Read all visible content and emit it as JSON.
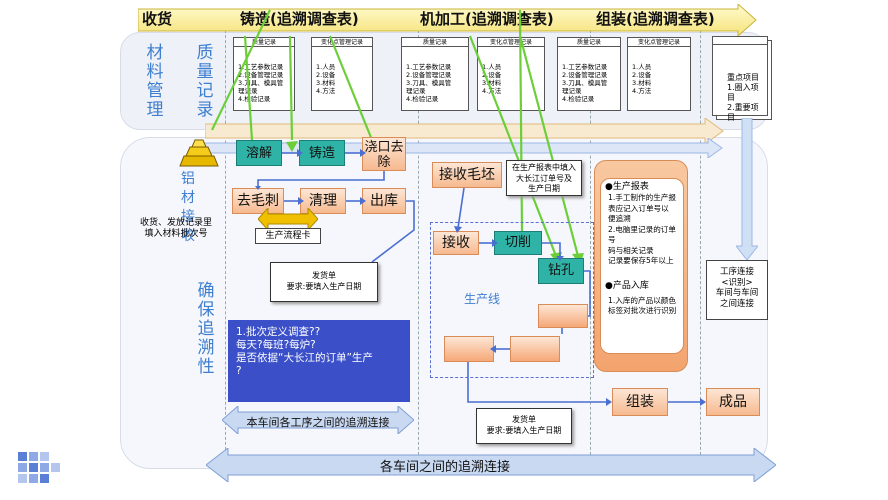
{
  "stages": {
    "receiving": "收货",
    "casting": "铸造(追溯调查表)",
    "machining": "机加工(追溯调查表)",
    "assembly": "组装(追溯调查表)"
  },
  "row_labels": {
    "material_mgmt": "材料管理",
    "quality_record": "质量记录",
    "ensure_trace": "确保追溯性"
  },
  "cards": {
    "quality_head": "质量记录",
    "change_head": "变化点管理记录",
    "quality_body": "1.工艺参数记录\n2.设备管理记录\n3.刀具、模具管\n  理记录\n4.检验记录",
    "change_body": "1.人员\n2.设备\n3.材料\n4.方法"
  },
  "key_items": "重点项目\n1.圈入项目\n2.重要项目",
  "process": {
    "aluminum_receive": "铝材接收",
    "melting": "溶解",
    "casting": "铸造",
    "pouring_removal": "浇口去除",
    "deburring": "去毛刺",
    "cleaning": "清理",
    "outbound": "出库",
    "flow_card": "生产流程卡",
    "receive_blank": "接收毛坯",
    "receive": "接收",
    "cutting": "切削",
    "drilling": "钻孔",
    "production_line": "生产线",
    "assembly": "组装",
    "finished": "成品"
  },
  "notes": {
    "receipt_record": "收货、发放记录里\n填入材料批次号",
    "report_note": "在生产报表中填入\n大长江订单号及\n生产日期",
    "delivery_slip_title": "发货单",
    "delivery_slip_body": "要求:要填入生产日期",
    "production_report_title": "●生产报表",
    "production_report_body": "1.手工制作的生产报\n表应记入订单号以\n便追溯\n2.电脑里记录的订单号\n码与相关记录\n记录要保存5年以上",
    "product_inbound_title": "●产品入库",
    "product_inbound_body": "1.入库的产品以颜色\n标签对批次进行识别",
    "process_link": "工序连接\n<识别>\n车间与车间\n之间连接",
    "questions": "1.批次定义调查??\n每天?每班?每炉?\n是否依据“大长江的订单”生产\n?"
  },
  "arrows": {
    "intra_shop": "本车间各工序之间的追溯连接",
    "inter_shop": "各车间之间的追溯连接"
  },
  "colors": {
    "teal": "#2fb3a6",
    "peach": "#f6b98f",
    "blue_box": "#3b50c8",
    "green_line": "#6ccf3a",
    "arrow_blue": "#9db7e6",
    "label_blue": "#3f7fcf"
  }
}
